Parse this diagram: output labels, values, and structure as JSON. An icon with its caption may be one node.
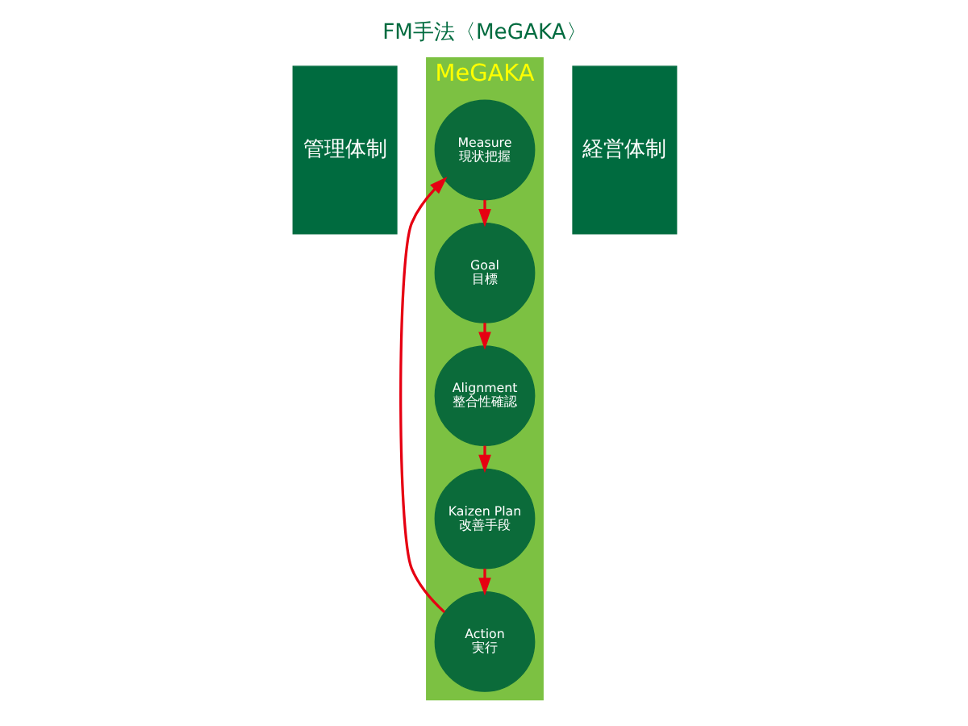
{
  "diagram": {
    "title": "FM手法〈MeGAKA〉",
    "nodes": [
      {
        "text": [
          "管理体制"
        ]
      },
      {
        "text": [
          "MeGAKA"
        ]
      },
      {
        "text": [
          "Measure",
          "現状把握"
        ],
        "in": 1
      },
      {
        "text": [
          "Goal",
          "目標"
        ],
        "in": 1
      },
      {
        "text": [
          "Alignment",
          "整合性確認"
        ],
        "in": 1
      },
      {
        "text": [
          "Kaizen Plan",
          "改善手段"
        ],
        "in": 1
      },
      {
        "text": [
          "Action",
          "実行"
        ],
        "in": 1
      },
      {
        "text": [
          "経営体制"
        ]
      }
    ],
    "edges": [
      {
        "from": 2,
        "to": 3,
        "arrow": "to"
      },
      {
        "from": 3,
        "to": 4,
        "arrow": "to"
      },
      {
        "from": 4,
        "to": 5,
        "arrow": "to"
      },
      {
        "from": 5,
        "to": 6,
        "arrow": "to"
      },
      {
        "from": 6,
        "to": 2,
        "arrow": "to"
      }
    ]
  }
}
